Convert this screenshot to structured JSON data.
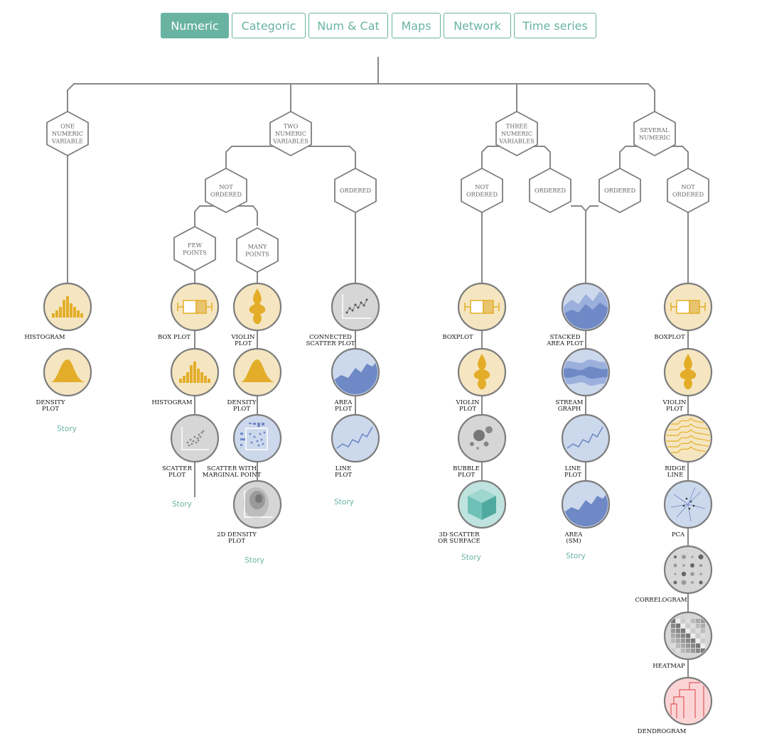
{
  "tabs": [
    {
      "label": "Numeric",
      "active": true
    },
    {
      "label": "Categoric",
      "active": false
    },
    {
      "label": "Num & Cat",
      "active": false
    },
    {
      "label": "Maps",
      "active": false
    },
    {
      "label": "Network",
      "active": false
    },
    {
      "label": "Time series",
      "active": false
    }
  ],
  "colors": {
    "accent": "#69b3a2",
    "yellow": "#f5e6c1",
    "yellow_ink": "#e3ad29",
    "blue": "#ccd8ec",
    "blue_ink": "#6f89c6",
    "grey": "#d6d6d6",
    "teal": "#bfe3df",
    "pink": "#fbd5d6",
    "line": "#888888"
  },
  "nodes": {
    "one_numeric": [
      "ONE",
      "NUMERIC",
      "VARIABLE"
    ],
    "two_numeric": [
      "TWO",
      "NUMERIC",
      "VARIABLES"
    ],
    "three_numeric": [
      "THREE",
      "NUMERIC",
      "VARIABLES"
    ],
    "several_numeric": [
      "SEVERAL",
      "NUMERIC"
    ],
    "two_not_ordered": [
      "NOT",
      "ORDERED"
    ],
    "two_ordered": [
      "ORDERED"
    ],
    "few_points": [
      "FEW",
      "POINTS"
    ],
    "many_points": [
      "MANY",
      "POINTS"
    ],
    "three_not_ordered": [
      "NOT",
      "ORDERED"
    ],
    "three_ordered": [
      "ORDERED"
    ],
    "several_ordered": [
      "ORDERED"
    ],
    "several_not_ordered": [
      "NOT",
      "ORDERED"
    ]
  },
  "plots": {
    "histogram": [
      "HISTOGRAM"
    ],
    "density": [
      "DENSITY",
      "PLOT"
    ],
    "boxplot_few": [
      "BOX PLOT"
    ],
    "histogram_few": [
      "HISTOGRAM"
    ],
    "scatter_few": [
      "SCATTER",
      "PLOT"
    ],
    "violin_many": [
      "VIOLIN",
      "PLOT"
    ],
    "density_many": [
      "DENSITY",
      "PLOT"
    ],
    "scatter_marginal": [
      "SCATTER WITH",
      "MARGINAL POINT"
    ],
    "density2d": [
      "2D DENSITY",
      "PLOT"
    ],
    "connected": [
      "CONNECTED",
      "SCATTER PLOT"
    ],
    "area": [
      "AREA",
      "PLOT"
    ],
    "line": [
      "LINE",
      "PLOT"
    ],
    "boxplot3": [
      "BOXPLOT"
    ],
    "violin3": [
      "VIOLIN",
      "PLOT"
    ],
    "bubble": [
      "BUBBLE",
      "PLOT"
    ],
    "scatter3d": [
      "3D SCATTER",
      "OR SURFACE"
    ],
    "stacked": [
      "STACKED",
      "AREA PLOT"
    ],
    "stream": [
      "STREAM",
      "GRAPH"
    ],
    "line3": [
      "LINE",
      "PLOT"
    ],
    "area_sm": [
      "AREA",
      "(SM)"
    ],
    "boxplot_sev": [
      "BOXPLOT"
    ],
    "violin_sev": [
      "VIOLIN",
      "PLOT"
    ],
    "ridgeline": [
      "RIDGE",
      "LINE"
    ],
    "pca": [
      "PCA"
    ],
    "correlogram": [
      "CORRELOGRAM"
    ],
    "heatmap": [
      "HEATMAP"
    ],
    "dendrogram": [
      "DENDROGRAM"
    ]
  },
  "story_label": "Story"
}
